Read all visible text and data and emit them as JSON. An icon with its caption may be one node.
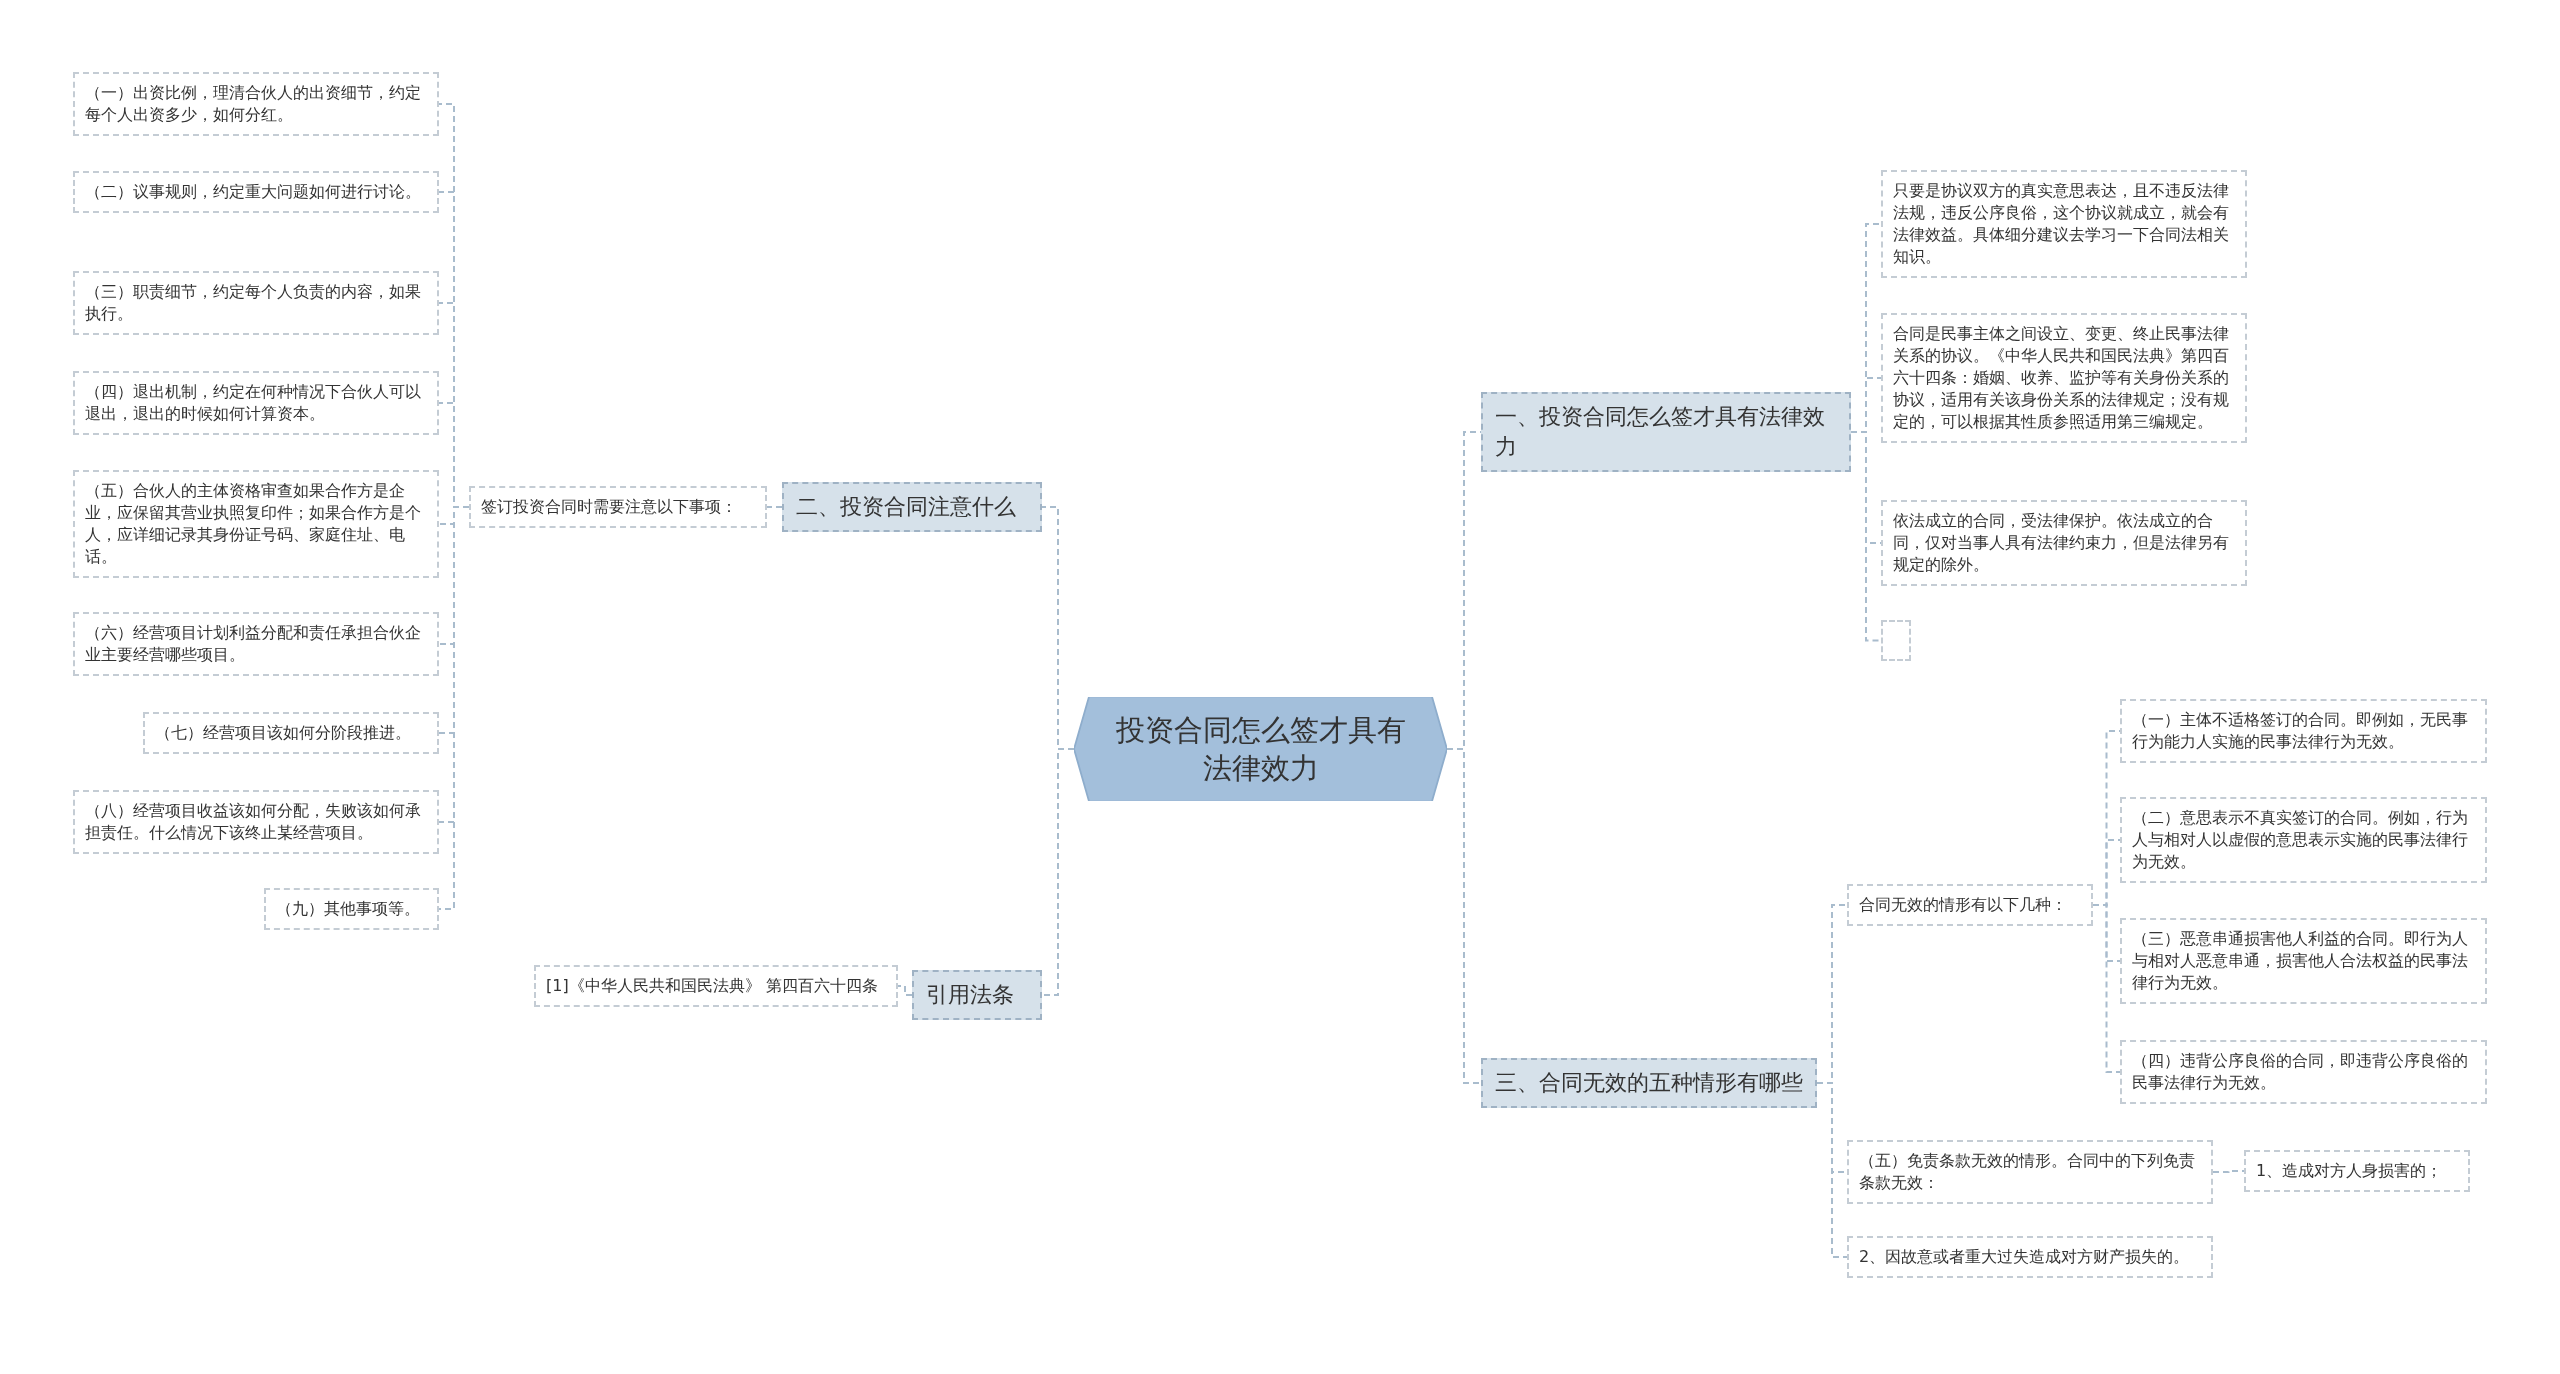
{
  "diagram": {
    "nodes": [
      {
        "text": [
          "投资合同怎么签才具有法律效力"
        ]
      },
      {
        "text": [
          "一、投资合同怎么签才具有法律效力"
        ]
      },
      {
        "text": [
          "只要是协议双方的真实意思表达，且不违反法律法规，违反公序良俗，这个协议就成立，就会有法律效益。具体细分建议去学习一下合同法相关知识。"
        ]
      },
      {
        "text": [
          "合同是民事主体之间设立、变更、终止民事法律关系的协议。《中华人民共和国民法典》第四百六十四条：婚姻、收养、监护等有关身份关系的协议，适用有关该身份关系的法律规定；没有规定的，可以根据其性质参照适用第三编规定。"
        ]
      },
      {
        "text": [
          "依法成立的合同，受法律保护。依法成立的合同，仅对当事人具有法律约束力，但是法律另有规定的除外。"
        ]
      },
      {
        "text": [],
        "shape": "box"
      },
      {
        "text": [
          "三、合同无效的五种情形有哪些"
        ]
      },
      {
        "text": [
          "合同无效的情形有以下几种："
        ]
      },
      {
        "text": [
          "（一）主体不适格签订的合同。即例如，无民事行为能力人实施的民事法律行为无效。"
        ]
      },
      {
        "text": [
          "（二）意思表示不真实签订的合同。例如，行为人与相对人以虚假的意思表示实施的民事法律行为无效。"
        ]
      },
      {
        "text": [
          "（三）恶意串通损害他人利益的合同。即行为人与相对人恶意串通，损害他人合法权益的民事法律行为无效。"
        ]
      },
      {
        "text": [
          "（四）违背公序良俗的合同，即违背公序良俗的民事法律行为无效。"
        ]
      },
      {
        "text": [
          "（五）免责条款无效的情形。合同中的下列免责条款无效："
        ]
      },
      {
        "text": [
          "1、造成对方人身损害的；"
        ]
      },
      {
        "text": [
          "2、因故意或者重大过失造成对方财产损失的。"
        ]
      },
      {
        "text": [
          "二、投资合同注意什么"
        ]
      },
      {
        "text": [
          "签订投资合同时需要注意以下事项："
        ]
      },
      {
        "text": [
          "（一）出资比例，理清合伙人的出资细节，约定每个人出资多少，如何分红。"
        ]
      },
      {
        "text": [
          "（二）议事规则，约定重大问题如何进行讨论。"
        ]
      },
      {
        "text": [
          "（三）职责细节，约定每个人负责的内容，如果执行。"
        ]
      },
      {
        "text": [
          "（四）退出机制，约定在何种情况下合伙人可以退出，退出的时候如何计算资本。"
        ]
      },
      {
        "text": [
          "（五）合伙人的主体资格审查如果合作方是企业，应保留其营业执照复印件；如果合作方是个人，应详细记录其身份证号码、家庭住址、电话。"
        ]
      },
      {
        "text": [
          "（六）经营项目计划利益分配和责任承担合伙企业主要经营哪些项目。"
        ]
      },
      {
        "text": [
          "（七）经营项目该如何分阶段推进。"
        ]
      },
      {
        "text": [
          "（八）经营项目收益该如何分配，失败该如何承担责任。什么情况下该终止某经营项目。"
        ]
      },
      {
        "text": [
          "（九）其他事项等。"
        ]
      },
      {
        "text": [
          "引用法条"
        ]
      },
      {
        "text": [
          "[1]《中华人民共和国民法典》 第四百六十四条"
        ]
      }
    ],
    "edges": [
      {
        "from": 0,
        "to": 1,
        "arrow": "none"
      },
      {
        "from": 1,
        "to": 2,
        "arrow": "none"
      },
      {
        "from": 1,
        "to": 3,
        "arrow": "none"
      },
      {
        "from": 1,
        "to": 4,
        "arrow": "none"
      },
      {
        "from": 1,
        "to": 5,
        "arrow": "none"
      },
      {
        "from": 0,
        "to": 6,
        "arrow": "none"
      },
      {
        "from": 6,
        "to": 7,
        "arrow": "none"
      },
      {
        "from": 7,
        "to": 8,
        "arrow": "none"
      },
      {
        "from": 7,
        "to": 9,
        "arrow": "none"
      },
      {
        "from": 7,
        "to": 10,
        "arrow": "none"
      },
      {
        "from": 7,
        "to": 11,
        "arrow": "none"
      },
      {
        "from": 6,
        "to": 12,
        "arrow": "none"
      },
      {
        "from": 12,
        "to": 13,
        "arrow": "none"
      },
      {
        "from": 6,
        "to": 14,
        "arrow": "none"
      },
      {
        "from": 0,
        "to": 15,
        "arrow": "none"
      },
      {
        "from": 15,
        "to": 16,
        "arrow": "none"
      },
      {
        "from": 16,
        "to": 17,
        "arrow": "none"
      },
      {
        "from": 16,
        "to": 18,
        "arrow": "none"
      },
      {
        "from": 16,
        "to": 19,
        "arrow": "none"
      },
      {
        "from": 16,
        "to": 20,
        "arrow": "none"
      },
      {
        "from": 16,
        "to": 21,
        "arrow": "none"
      },
      {
        "from": 16,
        "to": 22,
        "arrow": "none"
      },
      {
        "from": 16,
        "to": 23,
        "arrow": "none"
      },
      {
        "from": 16,
        "to": 24,
        "arrow": "none"
      },
      {
        "from": 16,
        "to": 25,
        "arrow": "none"
      },
      {
        "from": 0,
        "to": 26,
        "arrow": "none"
      },
      {
        "from": 26,
        "to": 27,
        "arrow": "none"
      }
    ]
  }
}
